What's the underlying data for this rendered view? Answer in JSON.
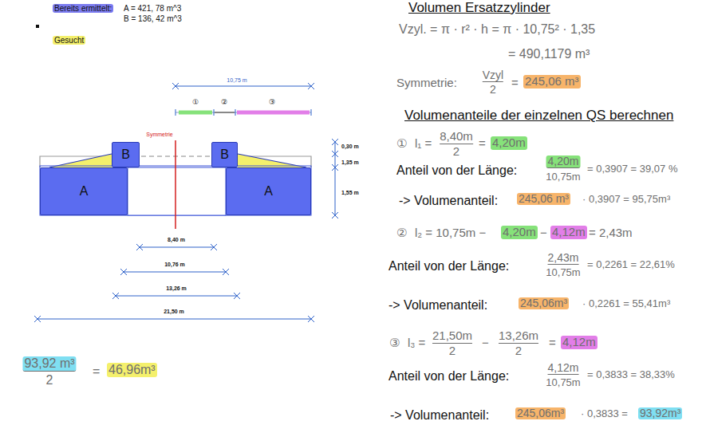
{
  "diagram": {
    "nodes": [
      {
        "text": [
          "B"
        ]
      },
      {
        "text": [
          "B"
        ]
      },
      {
        "text": [
          "A"
        ]
      },
      {
        "text": [
          "A"
        ]
      }
    ],
    "labels": [
      "Bereits ermittelt:",
      "A = 421, 78 m^3",
      "B = 136, 42 m^3",
      "Gesucht",
      "10,75 m",
      "①",
      "②",
      "③",
      "Symmetrie",
      "0,30 m",
      "1,35 m",
      "1,55 m",
      "8,40 m",
      "10,76 m",
      "13,26 m",
      "21,50 m",
      "93,92 m³",
      "2",
      "=",
      "46,96m³",
      "Volumen Ersatzzylinder",
      "Vzyl. = π · r² · h = π · 10,75² · 1,35",
      "= 490,1179 m³",
      "Symmetrie:",
      "Vzyl",
      "2",
      "=",
      "245,06 m³",
      "Volumenanteile der einzelnen QS berechnen",
      "①",
      "l₁ =",
      "8,40m",
      "2",
      "=",
      "4,20m",
      "Anteil von der Länge:",
      "4,20m",
      "10,75m",
      "= 0,3907 = 39,07 %",
      "-> Volumenanteil:",
      "245,06 m³",
      "· 0,3907 = 95,75m³",
      "②",
      "l₂ = 10,75m −",
      "4,20m",
      "−",
      "4,12m",
      "= 2,43m",
      "Anteil von der Länge:",
      "2,43m",
      "10,75m",
      "= 0,2261 = 22,61%",
      "-> Volumenanteil:",
      "245,06m³",
      "· 0,2261 = 55,41m³",
      "③",
      "l₃ =",
      "21,50m",
      "2",
      "−",
      "13,26m",
      "2",
      "=",
      "4,12m",
      "Anteil von der Länge:",
      "4,12m",
      "10,75m",
      "= 0,3833 = 38,33%",
      "-> Volumenanteil:",
      "245,06m³",
      "· 0,3833 =",
      "93,92m³"
    ]
  }
}
